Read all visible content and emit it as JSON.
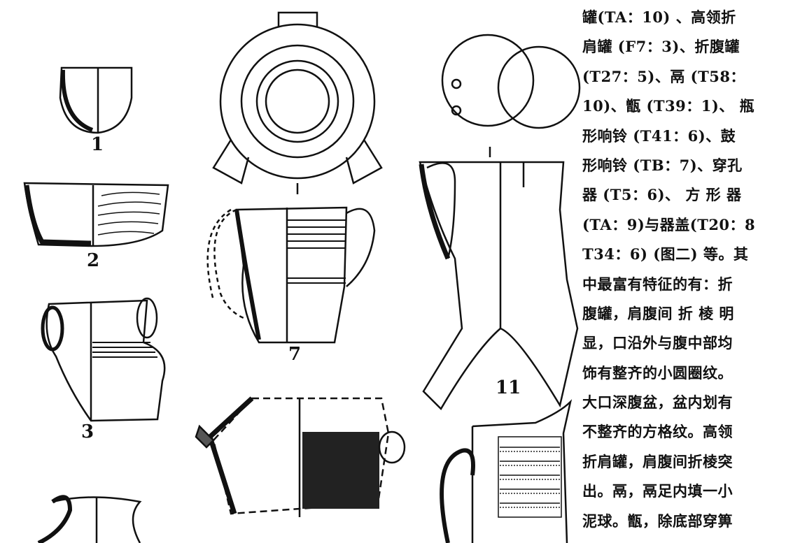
{
  "figure": {
    "labels": [
      "1",
      "2",
      "3",
      "7",
      "11"
    ]
  },
  "text_lines": [
    "罐(TA：10) 、高领折",
    "肩罐 (F7：3)、折腹罐",
    " (T27：5)、鬲 (T58：",
    "10)、甑 (T39：1)、 瓶",
    "形响铃 (T41：6)、鼓",
    "形响铃 (TB：7)、穿孔",
    "器 (T5：6)、 方 形 器",
    "(TA：9)与器盖(T20：8",
    "T34：6) (图二) 等。其",
    "中最富有特征的有：折",
    "腹罐，肩腹间 折 棱 明",
    "显，口沿外与腹中部均",
    "饰有整齐的小圆圈纹。",
    "大口深腹盆，盆内划有",
    "不整齐的方格纹。高领",
    "折肩罐，肩腹间折棱突",
    "出。鬲，鬲足内填一小",
    "泥球。甑，除底部穿箅"
  ]
}
